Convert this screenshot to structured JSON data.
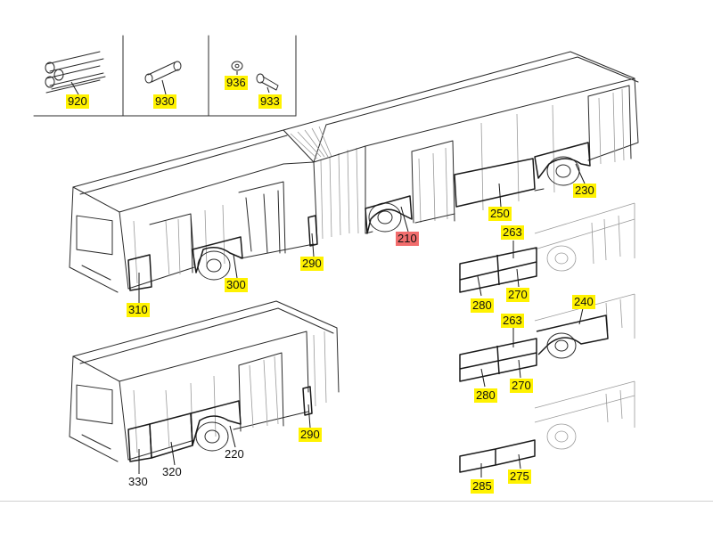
{
  "callouts": [
    {
      "id": "920",
      "text": "920",
      "hl": "yellow"
    },
    {
      "id": "930",
      "text": "930",
      "hl": "yellow"
    },
    {
      "id": "936",
      "text": "936",
      "hl": "yellow"
    },
    {
      "id": "933",
      "text": "933",
      "hl": "yellow"
    },
    {
      "id": "230",
      "text": "230",
      "hl": "yellow"
    },
    {
      "id": "250",
      "text": "250",
      "hl": "yellow"
    },
    {
      "id": "210",
      "text": "210",
      "hl": "red"
    },
    {
      "id": "290a",
      "text": "290",
      "hl": "yellow"
    },
    {
      "id": "300",
      "text": "300",
      "hl": "yellow"
    },
    {
      "id": "310",
      "text": "310",
      "hl": "yellow"
    },
    {
      "id": "263a",
      "text": "263",
      "hl": "yellow"
    },
    {
      "id": "280a",
      "text": "280",
      "hl": "yellow"
    },
    {
      "id": "270a",
      "text": "270",
      "hl": "yellow"
    },
    {
      "id": "240",
      "text": "240",
      "hl": "yellow"
    },
    {
      "id": "263b",
      "text": "263",
      "hl": "yellow"
    },
    {
      "id": "280b",
      "text": "280",
      "hl": "yellow"
    },
    {
      "id": "270b",
      "text": "270",
      "hl": "yellow"
    },
    {
      "id": "290b",
      "text": "290",
      "hl": "yellow"
    },
    {
      "id": "330",
      "text": "330",
      "hl": "none"
    },
    {
      "id": "320",
      "text": "320",
      "hl": "none"
    },
    {
      "id": "220",
      "text": "220",
      "hl": "none"
    },
    {
      "id": "285",
      "text": "285",
      "hl": "yellow"
    },
    {
      "id": "275",
      "text": "275",
      "hl": "yellow"
    }
  ]
}
